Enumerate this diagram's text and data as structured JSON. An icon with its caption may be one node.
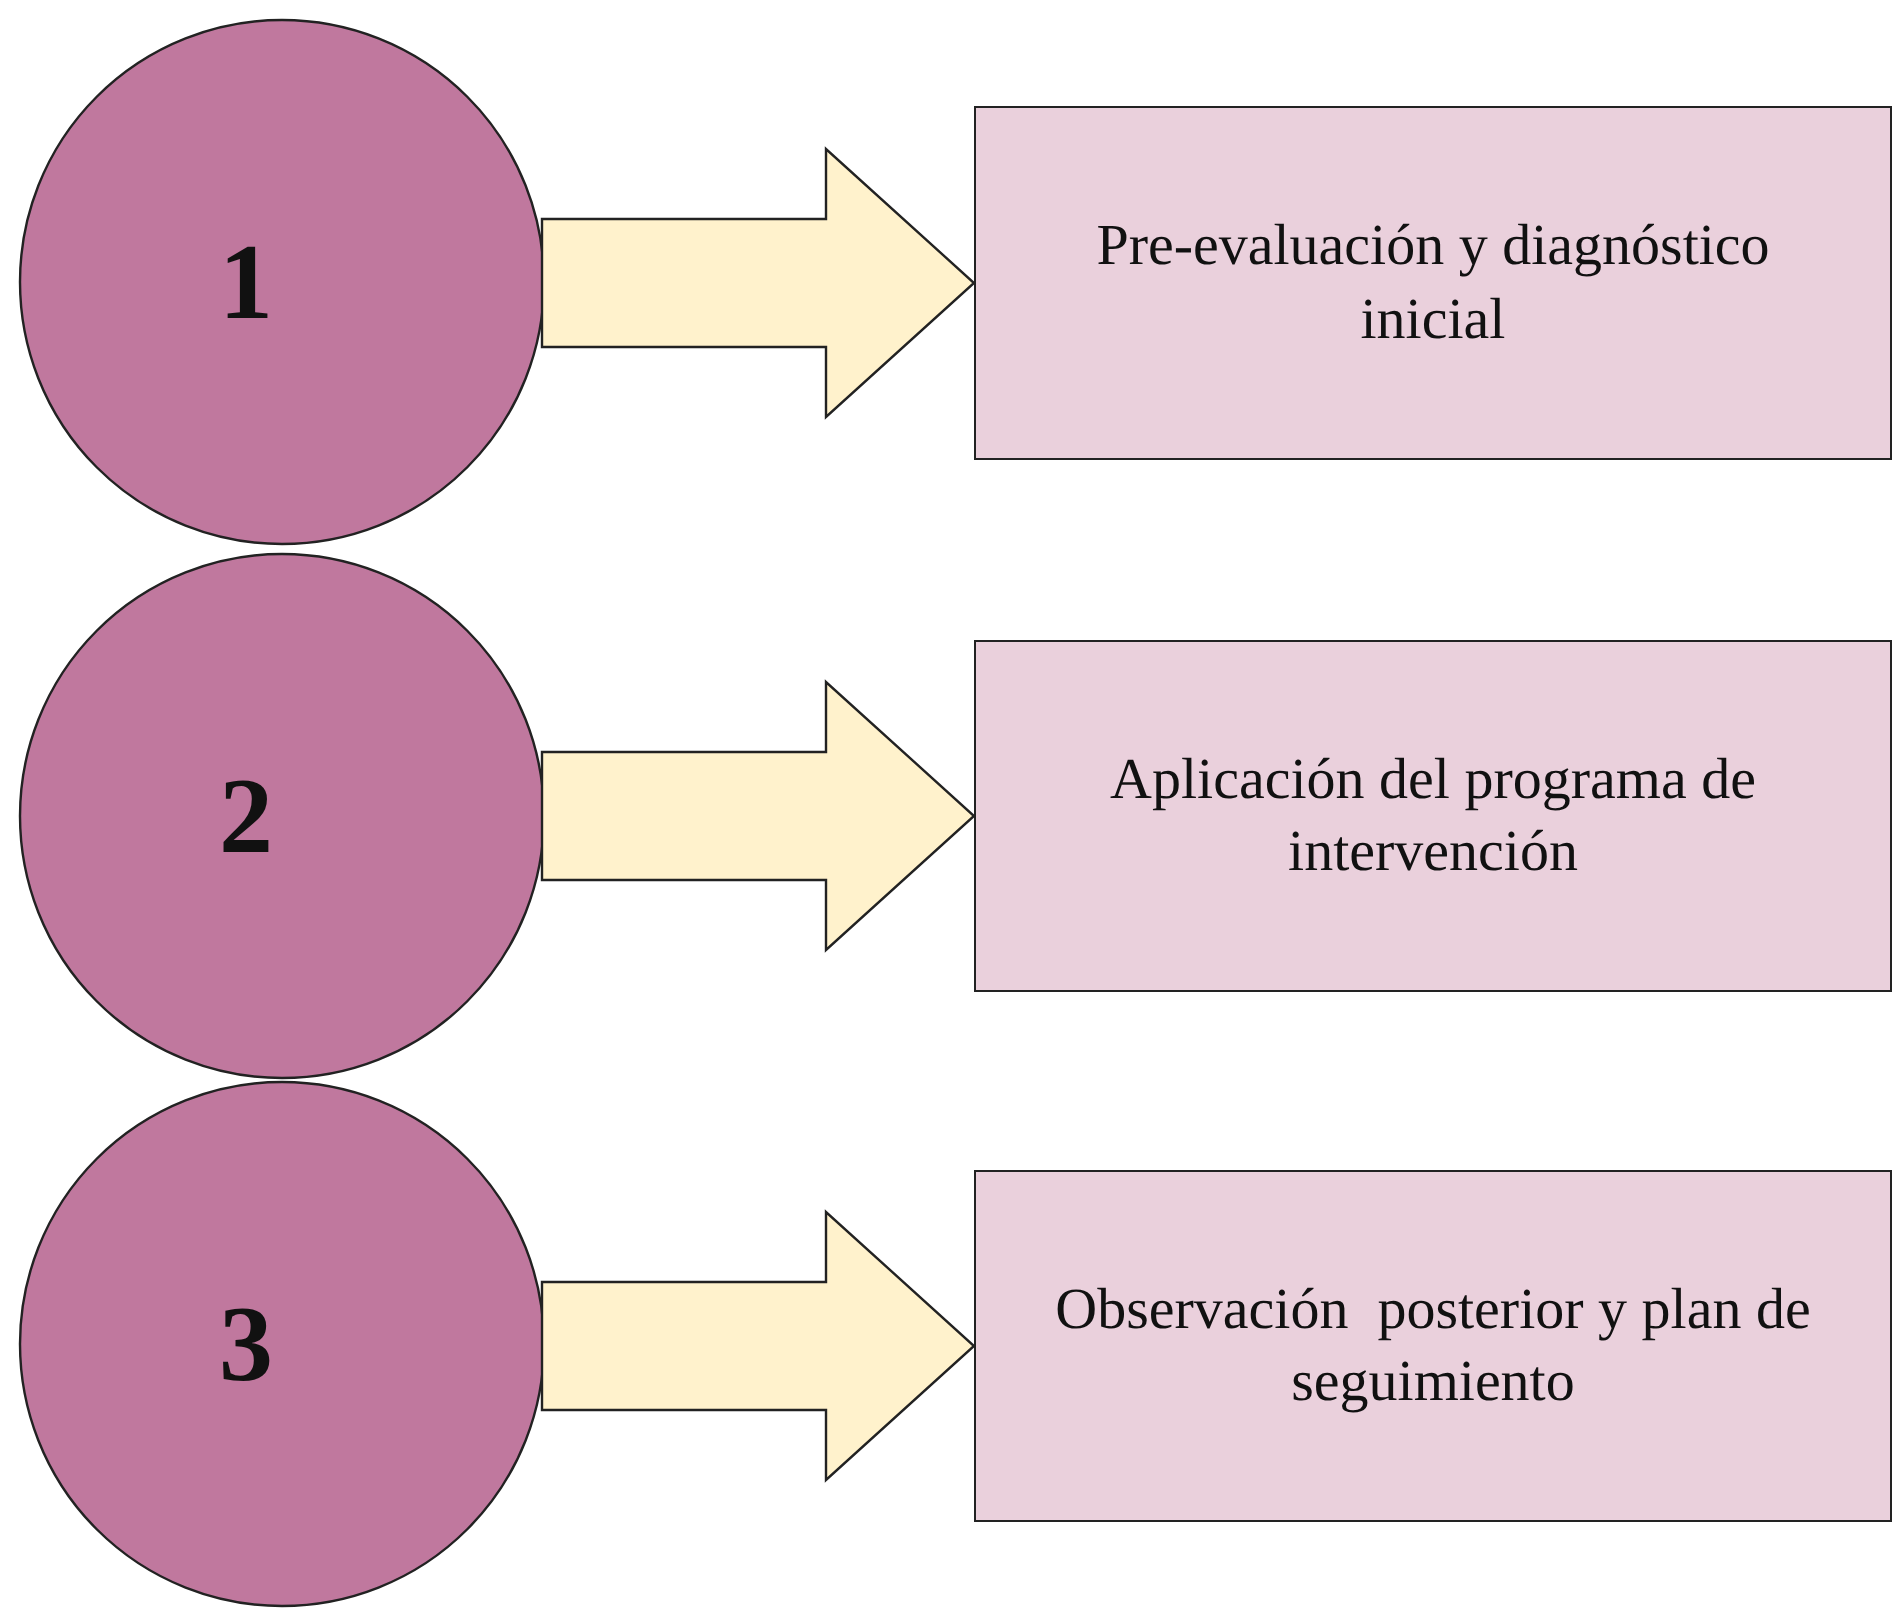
{
  "diagram": {
    "nodes": [
      {
        "text": [
          "1"
        ]
      },
      {
        "text": [
          "Pre-evaluación y diagnóstico inicial"
        ]
      },
      {
        "text": [
          "2"
        ]
      },
      {
        "text": [
          "Aplicación del programa de intervención"
        ]
      },
      {
        "text": [
          "3"
        ]
      },
      {
        "text": [
          "Observación  posterior y plan de seguimiento"
        ]
      }
    ],
    "edges": [
      {
        "from": 0,
        "to": 1,
        "arrow": "to",
        "style": "thick"
      },
      {
        "from": 2,
        "to": 3,
        "arrow": "to",
        "style": "thick"
      },
      {
        "from": 4,
        "to": 5,
        "arrow": "to",
        "style": "thick"
      }
    ]
  }
}
